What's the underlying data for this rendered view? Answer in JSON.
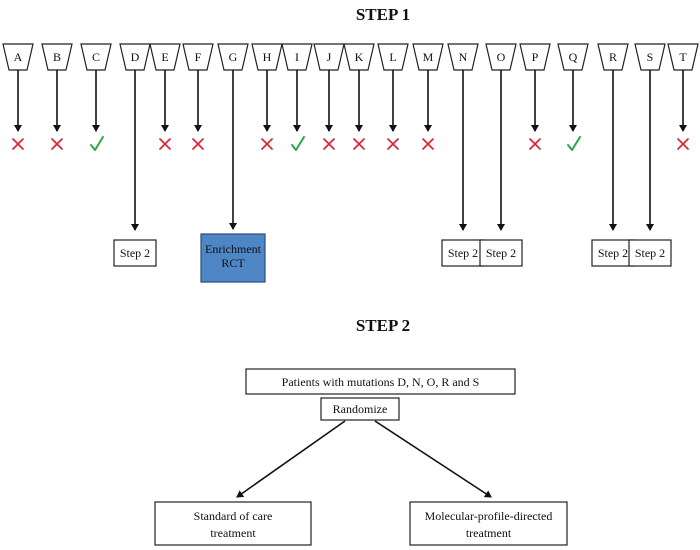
{
  "step1": {
    "title": "STEP 1",
    "mutations": [
      {
        "letter": "A",
        "outcome": "cross"
      },
      {
        "letter": "B",
        "outcome": "cross"
      },
      {
        "letter": "C",
        "outcome": "check"
      },
      {
        "letter": "D",
        "outcome": "step2",
        "label": "Step 2"
      },
      {
        "letter": "E",
        "outcome": "cross"
      },
      {
        "letter": "F",
        "outcome": "cross"
      },
      {
        "letter": "G",
        "outcome": "enrichment",
        "label_lines": [
          "Enrichment",
          "RCT"
        ]
      },
      {
        "letter": "H",
        "outcome": "cross"
      },
      {
        "letter": "I",
        "outcome": "check"
      },
      {
        "letter": "J",
        "outcome": "cross"
      },
      {
        "letter": "K",
        "outcome": "cross"
      },
      {
        "letter": "L",
        "outcome": "cross"
      },
      {
        "letter": "M",
        "outcome": "cross"
      },
      {
        "letter": "N",
        "outcome": "step2",
        "label": "Step 2"
      },
      {
        "letter": "O",
        "outcome": "step2",
        "label": "Step 2"
      },
      {
        "letter": "P",
        "outcome": "cross"
      },
      {
        "letter": "Q",
        "outcome": "check"
      },
      {
        "letter": "R",
        "outcome": "step2",
        "label": "Step 2"
      },
      {
        "letter": "S",
        "outcome": "step2",
        "label": "Step 2"
      },
      {
        "letter": "T",
        "outcome": "cross"
      }
    ]
  },
  "step2": {
    "title": "STEP 2",
    "patients_label": "Patients with mutations D, N, O, R and S",
    "randomize_label": "Randomize",
    "left_arm_lines": [
      "Standard of care",
      "treatment"
    ],
    "right_arm_lines": [
      "Molecular-profile-directed",
      "treatment"
    ]
  },
  "colors": {
    "cross": "#e0242b",
    "check": "#2aa84a",
    "enrichment_box": "#4f86c6"
  }
}
